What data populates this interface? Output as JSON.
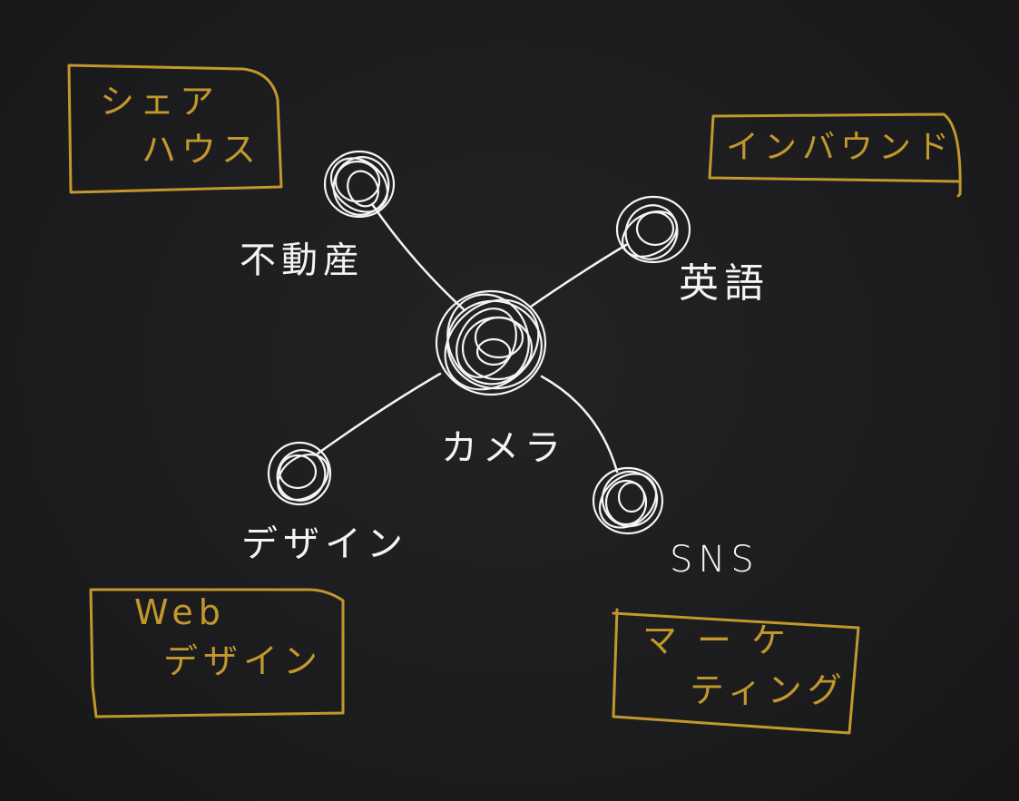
{
  "center": {
    "label": "カメラ"
  },
  "nodes": [
    {
      "id": "realestate",
      "label": "不動産"
    },
    {
      "id": "english",
      "label": "英語"
    },
    {
      "id": "design",
      "label": "デザイン"
    },
    {
      "id": "sns",
      "label": "SNS"
    }
  ],
  "boxes": [
    {
      "id": "sharehouse",
      "lines": [
        "シェア",
        "ハウス"
      ]
    },
    {
      "id": "inbound",
      "lines": [
        "インバウンド"
      ]
    },
    {
      "id": "webdesign",
      "lines": [
        "Web",
        "デザイン"
      ]
    },
    {
      "id": "marketing",
      "lines": [
        "マーケ",
        "ティング"
      ]
    }
  ],
  "colors": {
    "background": "#1d1d1f",
    "ink": "#f4f4f4",
    "gold": "#c2982c"
  }
}
